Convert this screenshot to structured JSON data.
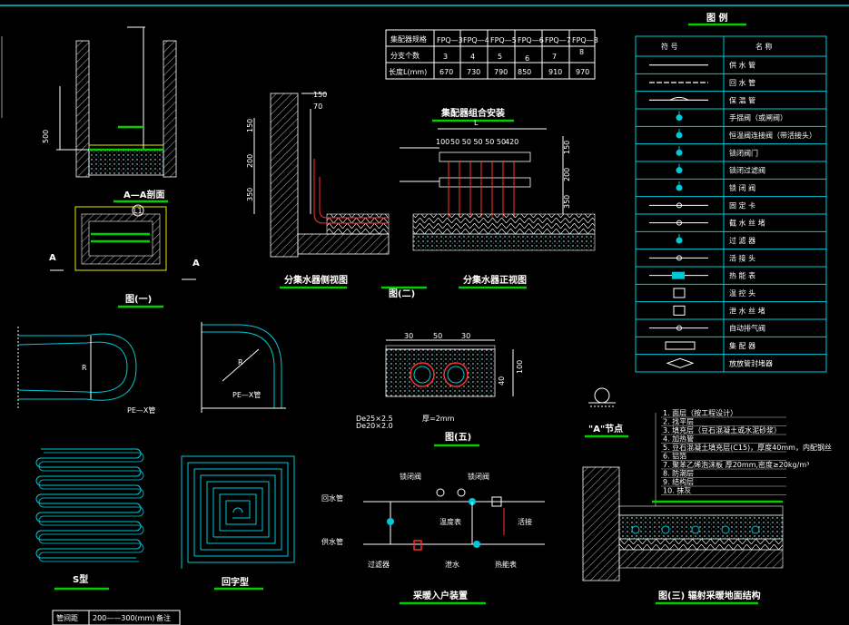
{
  "views": {
    "aa_section": "A—A剖面",
    "fig1": "图(一)",
    "fig2": "图(二)",
    "fig3": "图(三) 辐射采暖地面结构",
    "fig5": "图(五)",
    "side_view": "分集水器侧视图",
    "front_view": "分集水器正视图",
    "manifold_title": "集配器组合安装",
    "s_pattern": "S型",
    "spiral_pattern": "回字型",
    "node_a": "\"A\"节点",
    "household": "采暖入户装置"
  },
  "dims": {
    "d500": "500",
    "d150": "150",
    "d70": "70",
    "d200": "200",
    "d350": "350",
    "d100": "100",
    "d30a": "30",
    "d50": "50",
    "d30b": "30",
    "d40": "40",
    "d420": "420",
    "dL": "L",
    "d150r": "150",
    "d200r": "200",
    "d350r": "350",
    "dleft": "100",
    "pitch_top": "200",
    "pitch": "200——300(mm)",
    "pitch_note": "备注",
    "pitch_label": "管间距",
    "mark_a1": "A",
    "mark_a2": "A",
    "mark_l1": "L1",
    "mark_r": "R",
    "mark_r2": "R",
    "pe_x": "PE—X管",
    "pe_x2": "PE—X管",
    "pipe_note1": "De25×2.5",
    "pipe_note2": "De20×2.0",
    "thk": "厚=2mm"
  },
  "spec_table": {
    "header": "集配器规格",
    "cols": [
      "FPQ—3",
      "FPQ—4",
      "FPQ—5",
      "FPQ—6",
      "FPQ—7",
      "FPQ—8"
    ],
    "rows": [
      {
        "label": "分支个数",
        "values": [
          "3",
          "4",
          "5",
          "6",
          "7",
          "8"
        ]
      },
      {
        "label": "长度L(mm)",
        "values": [
          "670",
          "730",
          "790",
          "850",
          "910",
          "970"
        ]
      }
    ]
  },
  "legend": {
    "title": "图 例",
    "col_symbol": "符 号",
    "col_name": "名 称",
    "items": [
      "供 水 管",
      "回 水 管",
      "保 温 管",
      "手揺阀（或闸阀）",
      "恒温阀连接阀（带活接头）",
      "锁闭阀门",
      "锁闭过滤阀",
      "锁 闭 阀",
      "固 定 卡",
      "截 水 丝 堵",
      "过 滤 器",
      "活 接 头",
      "热 能 表",
      "温 控 头",
      "泄 水 丝 堵",
      "自动排气阀",
      "集 配 器",
      "放放管封堵器"
    ]
  },
  "household_labels": {
    "return": "回水管",
    "supply": "供水管",
    "valve1": "锁闭阀",
    "valve2": "锁闭阀",
    "filter": "过滤器",
    "joint": "活接",
    "meter": "热能表",
    "gauge": "温度表",
    "drain": "泄水"
  },
  "layer_notes": [
    "1. 面层（按工程设计）",
    "2. 找平层",
    "3. 填充层（豆石混凝土或水泥砂浆）",
    "4. 加热管",
    "5. 豆石混凝土填充层(C15)，厚度40mm，内配钢丝",
    "6. 铝箔",
    "7. 聚苯乙烯泡沫板 厚20mm,密度≥20kg/m³",
    "8. 防潮层",
    "9. 结构层",
    "10. 抹灰"
  ]
}
